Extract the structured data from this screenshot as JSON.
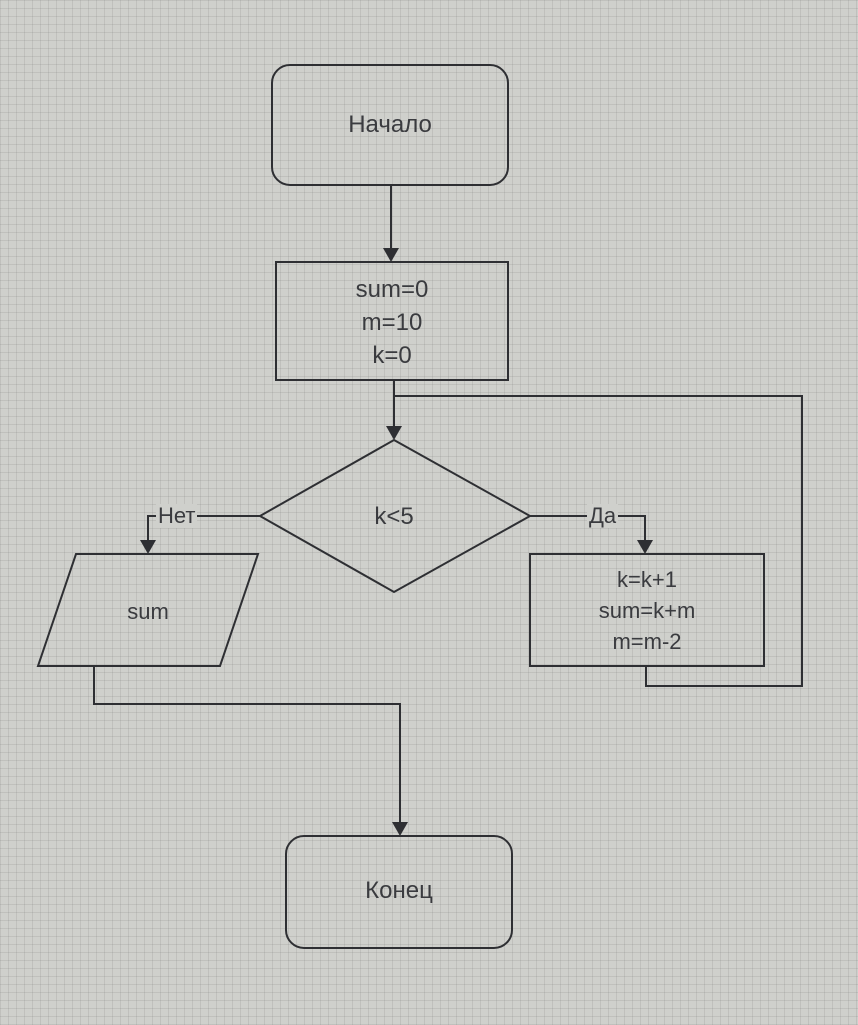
{
  "diagram": {
    "start": "Начало",
    "init": {
      "lines": [
        "sum=0",
        "m=10",
        "k=0"
      ]
    },
    "condition": "k<5",
    "branch_yes": "Да",
    "branch_no": "Нет",
    "loop_body": {
      "lines": [
        "k=k+1",
        "sum=k+m",
        "m=m-2"
      ]
    },
    "output": "sum",
    "end": "Конец"
  }
}
